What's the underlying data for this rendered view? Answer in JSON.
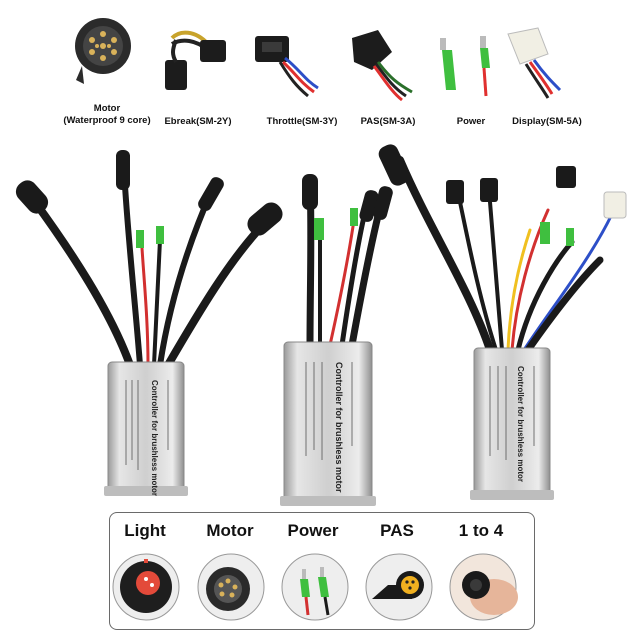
{
  "connectors": [
    {
      "id": "motor",
      "line1": "Motor",
      "line2": "(Waterproof 9 core)",
      "icon": "motor-plug-icon"
    },
    {
      "id": "ebreak",
      "line1": "Ebreak(SM-2Y)",
      "line2": "",
      "icon": "ebrake-connector-icon"
    },
    {
      "id": "throttle",
      "line1": "Throttle(SM-3Y)",
      "line2": "",
      "icon": "throttle-connector-icon"
    },
    {
      "id": "pas",
      "line1": "PAS(SM-3A)",
      "line2": "",
      "icon": "pas-connector-icon"
    },
    {
      "id": "power",
      "line1": "Power",
      "line2": "",
      "icon": "power-terminal-icon"
    },
    {
      "id": "display",
      "line1": "Display(SM-5A)",
      "line2": "",
      "icon": "display-connector-icon"
    }
  ],
  "controllers": [
    {
      "id": "small",
      "label": "Controller for brushless motor",
      "color": "#c8c8c8"
    },
    {
      "id": "medium",
      "label": "Controller for brushless motor",
      "color": "#c8c8c8"
    },
    {
      "id": "large",
      "label": "Controller for brushless motor",
      "color": "#c8c8c8"
    }
  ],
  "panel": {
    "items": [
      {
        "id": "light",
        "label": "Light",
        "icon": "light-plug-icon"
      },
      {
        "id": "motor",
        "label": "Motor",
        "icon": "motor-plug-icon"
      },
      {
        "id": "power",
        "label": "Power",
        "icon": "power-terminal-icon"
      },
      {
        "id": "pas",
        "label": "PAS",
        "icon": "pas-plug-icon"
      },
      {
        "id": "onetofour",
        "label": "1 to 4",
        "icon": "one-to-four-plug-icon"
      }
    ]
  }
}
